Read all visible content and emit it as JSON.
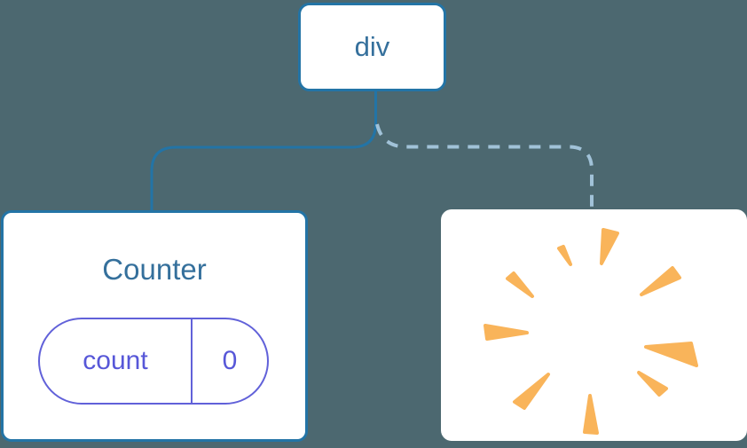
{
  "canvas": {
    "background_color": "#4c6870"
  },
  "tree": {
    "root": {
      "label": "div"
    },
    "connectors": {
      "left": {
        "style": "solid",
        "color": "#2374a6"
      },
      "right": {
        "style": "dashed",
        "color": "#a1c2d8"
      }
    },
    "counter": {
      "title": "Counter",
      "state": {
        "key": "count",
        "value": "0"
      },
      "accent_color": "#6161d9",
      "border_color": "#2374a6",
      "text_color": "#35709c"
    },
    "removed": {
      "icon": "poof-explosion-icon",
      "color": "#f9b45a"
    }
  }
}
